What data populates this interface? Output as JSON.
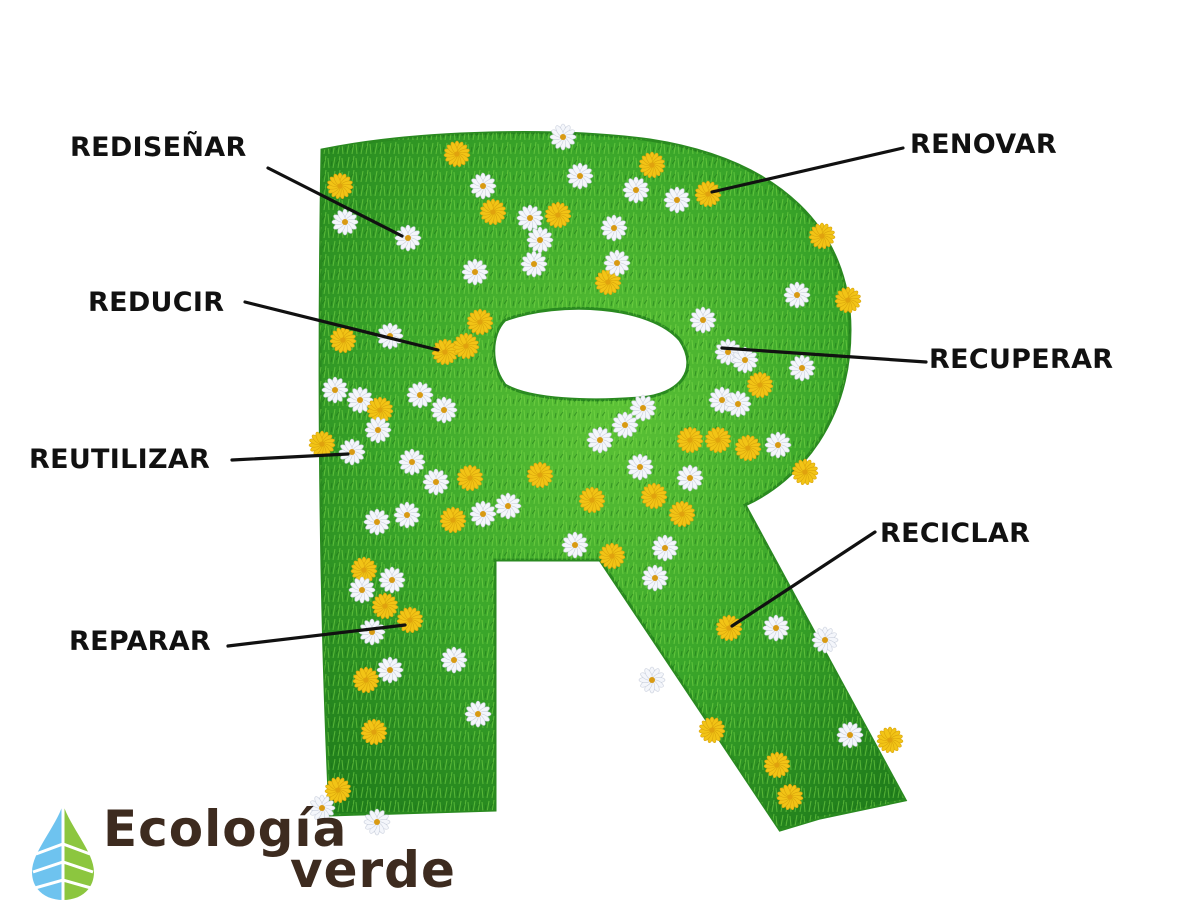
{
  "diagram": {
    "subject": "grass-covered letter R with flowers",
    "colors": {
      "grass_dark": "#1f7a1a",
      "grass_mid": "#3aa62a",
      "grass_light": "#6fcf3c",
      "flower_yellow": "#f2c416",
      "flower_white": "#f4f6fb",
      "flower_center": "#d99a12",
      "label_text": "#111111",
      "leader_line": "#111111"
    },
    "labels": [
      {
        "id": "redisenar",
        "text": "REDISEÑAR",
        "side": "left"
      },
      {
        "id": "reducir",
        "text": "REDUCIR",
        "side": "left"
      },
      {
        "id": "reutilizar",
        "text": "REUTILIZAR",
        "side": "left"
      },
      {
        "id": "reparar",
        "text": "REPARAR",
        "side": "left"
      },
      {
        "id": "renovar",
        "text": "RENOVAR",
        "side": "right"
      },
      {
        "id": "recuperar",
        "text": "RECUPERAR",
        "side": "right"
      },
      {
        "id": "reciclar",
        "text": "RECICLAR",
        "side": "right"
      }
    ]
  },
  "logo": {
    "word1": "Ecología",
    "word2": "verde",
    "icon": "leaf-drop-icon",
    "colors": {
      "text": "#3d2b1f",
      "drop_left": "#6ec3ef",
      "drop_right": "#8cc63f"
    }
  }
}
